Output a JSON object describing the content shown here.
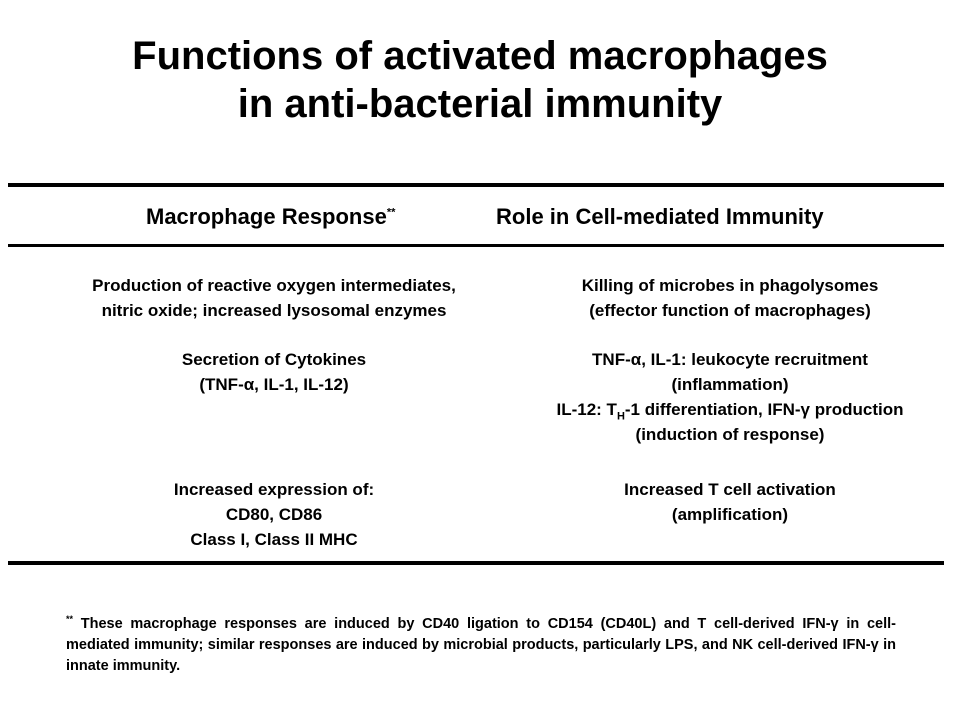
{
  "title": {
    "line1": "Functions of activated macrophages",
    "line2": "in anti-bacterial immunity"
  },
  "table": {
    "headers": {
      "left": "Macrophage Response",
      "left_mark": "**",
      "right": "Role in Cell-mediated Immunity"
    },
    "rows": [
      {
        "left": [
          "Production of reactive oxygen intermediates,",
          "nitric oxide; increased lysosomal enzymes"
        ],
        "right": [
          "Killing of microbes in phagolysomes",
          "(effector function of macrophages)"
        ]
      },
      {
        "left": [
          "Secretion of Cytokines",
          "(TNF-α, IL-1, IL-12)"
        ],
        "right_a": "TNF-α, IL-1: leukocyte recruitment",
        "right_b": "(inflammation)",
        "right_c_pre": "IL-12: T",
        "right_c_sub": "H",
        "right_c_post": "-1 differentiation, IFN-γ production",
        "right_d": "(induction of response)"
      },
      {
        "left": [
          "Increased expression of:",
          "CD80, CD86",
          "Class I, Class II MHC"
        ],
        "right": [
          "Increased T cell activation",
          "(amplification)"
        ]
      }
    ]
  },
  "footnote": {
    "mark": "**",
    "text": " These macrophage responses are induced by CD40 ligation to CD154 (CD40L) and T cell-derived IFN-γ in cell-mediated immunity; similar responses are induced by microbial products, particularly LPS, and NK cell-derived IFN-γ in innate immunity."
  }
}
